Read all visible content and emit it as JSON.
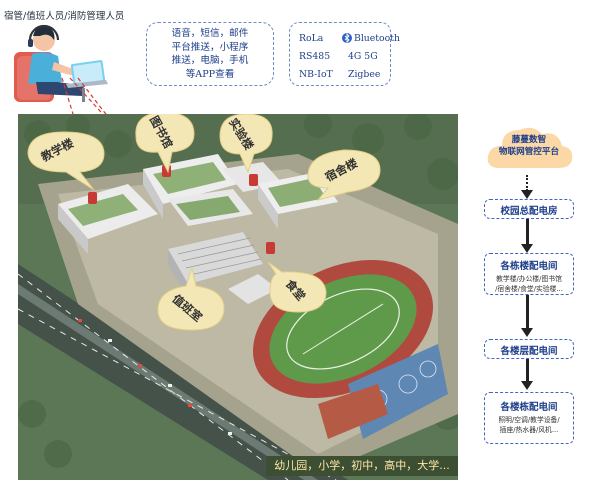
{
  "person_label": "宿管/值班人员/消防管理人员",
  "notify_lines": [
    "语音，短信，邮件",
    "平台推送，小程序",
    "推送，电脑，手机",
    "等APP查看"
  ],
  "protocols": {
    "lora": "RoLa",
    "bluetooth": "Bluetooth",
    "rs485": "RS485",
    "g45": "4G 5G",
    "nbiot": "NB-IoT",
    "zigbee": "Zigbee",
    "bluetooth_icon": "bluetooth-icon"
  },
  "buildings": {
    "teaching": "教学楼",
    "library": "图书馆",
    "lab": "实验楼",
    "dorm": "宿舍楼",
    "canteen": "食堂",
    "duty": "值班室"
  },
  "banner": "幼儿园，小学，初中，高中，大学...",
  "flow": {
    "cloud": [
      "藤蔓数智",
      "物联网管控平台"
    ],
    "node1": "校园总配电房",
    "node2_title": "各栋楼配电间",
    "node2_sub": [
      "教学楼/办公楼/图书馆",
      "/宿舍楼/食堂/实验楼..."
    ],
    "node3": "各楼层配电间",
    "node4_title": "各楼栋配电间",
    "node4_sub": [
      "照明/空调/教学设备/",
      "插座/热水器/风机..."
    ]
  }
}
